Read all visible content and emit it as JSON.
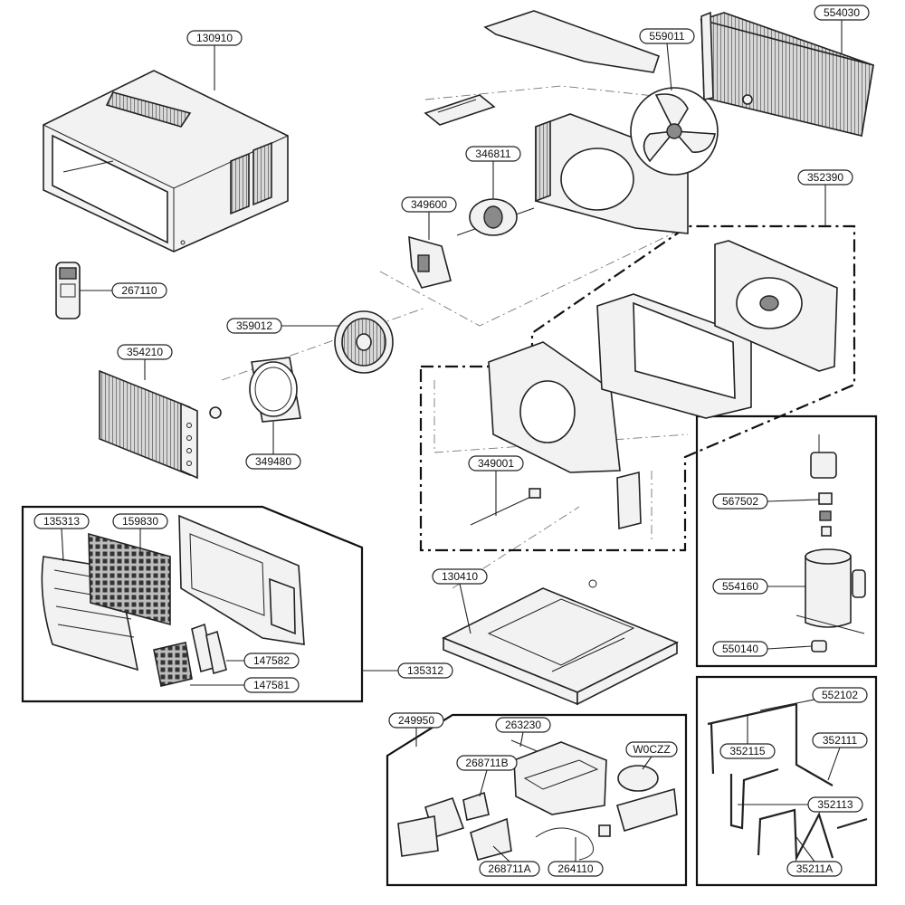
{
  "callouts": [
    {
      "id": "c-130910",
      "label": "130910"
    },
    {
      "id": "c-559011",
      "label": "559011"
    },
    {
      "id": "c-554030",
      "label": "554030"
    },
    {
      "id": "c-346811",
      "label": "346811"
    },
    {
      "id": "c-352390",
      "label": "352390"
    },
    {
      "id": "c-349600",
      "label": "349600"
    },
    {
      "id": "c-267110",
      "label": "267110"
    },
    {
      "id": "c-359012",
      "label": "359012"
    },
    {
      "id": "c-354210",
      "label": "354210"
    },
    {
      "id": "c-349480",
      "label": "349480"
    },
    {
      "id": "c-349001",
      "label": "349001"
    },
    {
      "id": "c-567502",
      "label": "567502"
    },
    {
      "id": "c-135313",
      "label": "135313"
    },
    {
      "id": "c-159830",
      "label": "159830"
    },
    {
      "id": "c-130410",
      "label": "130410"
    },
    {
      "id": "c-554160",
      "label": "554160"
    },
    {
      "id": "c-147582",
      "label": "147582"
    },
    {
      "id": "c-550140",
      "label": "550140"
    },
    {
      "id": "c-135312",
      "label": "135312"
    },
    {
      "id": "c-147581",
      "label": "147581"
    },
    {
      "id": "c-249950",
      "label": "249950"
    },
    {
      "id": "c-263230",
      "label": "263230"
    },
    {
      "id": "c-552102",
      "label": "552102"
    },
    {
      "id": "c-268711B",
      "label": "268711B"
    },
    {
      "id": "c-W0CZZ",
      "label": "W0CZZ"
    },
    {
      "id": "c-352115",
      "label": "352115"
    },
    {
      "id": "c-352111",
      "label": "352111"
    },
    {
      "id": "c-352113",
      "label": "352113"
    },
    {
      "id": "c-268711A",
      "label": "268711A"
    },
    {
      "id": "c-264110",
      "label": "264110"
    },
    {
      "id": "c-35211A",
      "label": "35211A"
    }
  ]
}
